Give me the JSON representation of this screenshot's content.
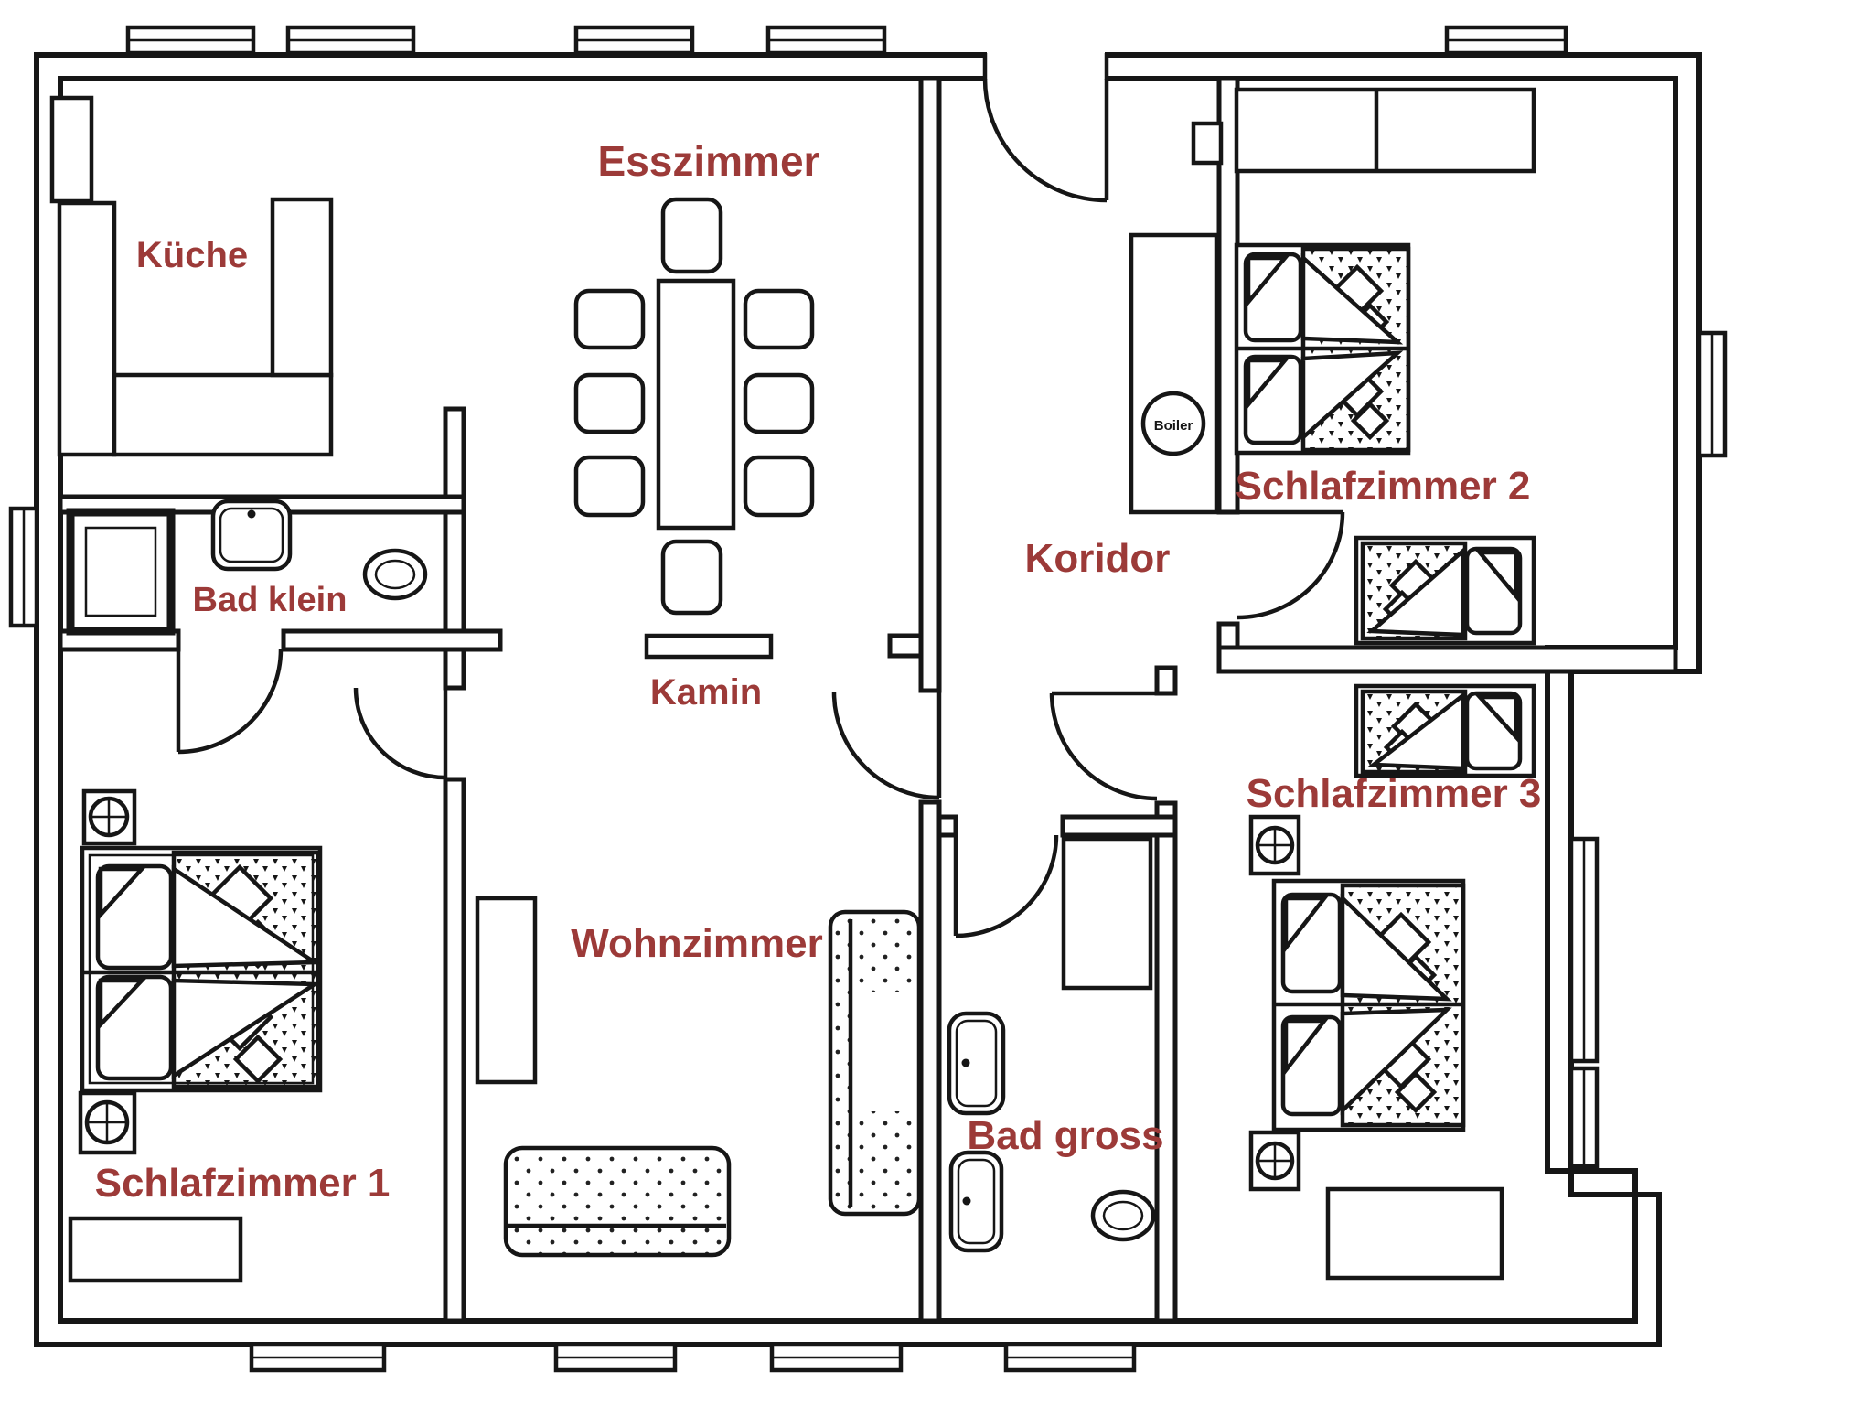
{
  "floorplan": {
    "rooms": [
      {
        "id": "esszimmer",
        "label": "Esszimmer"
      },
      {
        "id": "kueche",
        "label": "Küche"
      },
      {
        "id": "bad-klein",
        "label": "Bad klein"
      },
      {
        "id": "kamin",
        "label": "Kamin"
      },
      {
        "id": "koridor",
        "label": "Koridor"
      },
      {
        "id": "wohnzimmer",
        "label": "Wohnzimmer"
      },
      {
        "id": "schlafzimmer-1",
        "label": "Schlafzimmer 1"
      },
      {
        "id": "schlafzimmer-2",
        "label": "Schlafzimmer 2"
      },
      {
        "id": "schlafzimmer-3",
        "label": "Schlafzimmer 3"
      },
      {
        "id": "bad-gross",
        "label": "Bad gross"
      }
    ],
    "equipment": {
      "boiler_label": "Boiler"
    },
    "colors": {
      "label_color": "#9c3a38",
      "line_color": "#161616",
      "background": "#ffffff"
    }
  }
}
